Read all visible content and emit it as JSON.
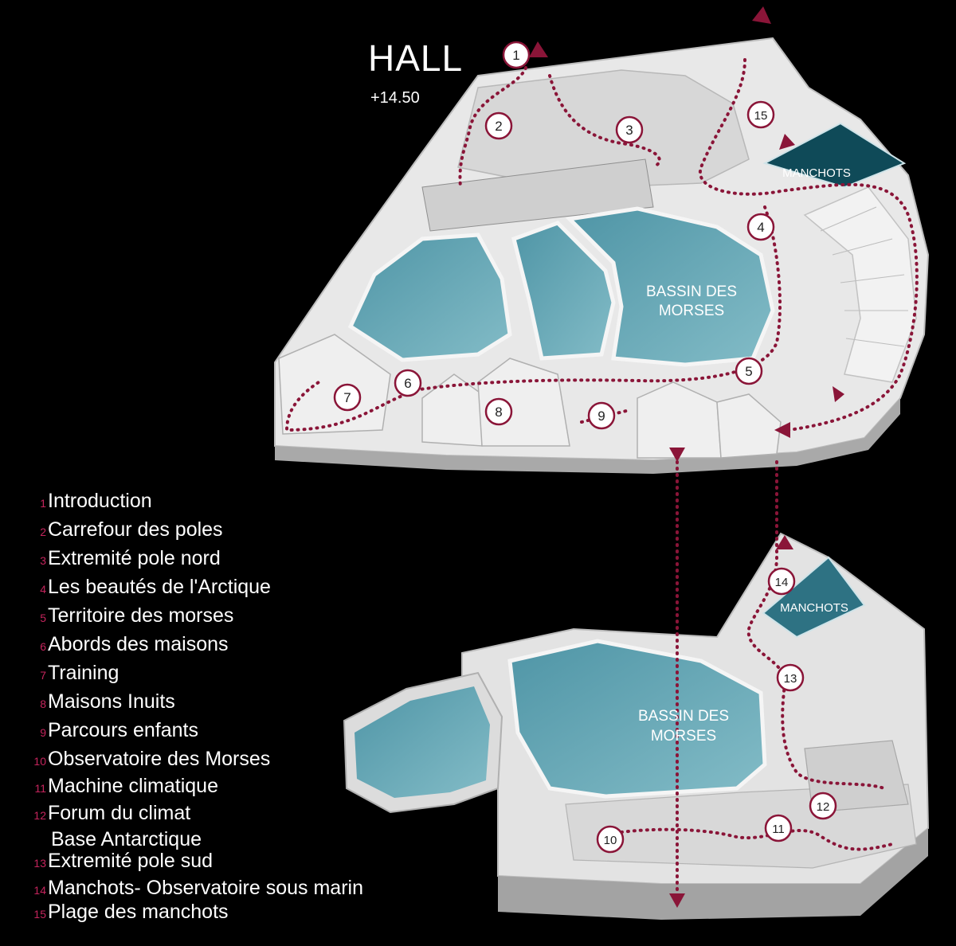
{
  "hall": {
    "title": "HALL",
    "level": "+14.50"
  },
  "zones": {
    "bassin_upper": [
      "BASSIN DES",
      "MORSES"
    ],
    "bassin_lower": [
      "BASSIN DES",
      "MORSES"
    ],
    "manchots_upper": "MANCHOTS",
    "manchots_lower": "MANCHOTS"
  },
  "markers": [
    "1",
    "2",
    "3",
    "4",
    "5",
    "6",
    "7",
    "8",
    "9",
    "10",
    "11",
    "12",
    "13",
    "14",
    "15"
  ],
  "legend": [
    {
      "num": "1",
      "label": "Introduction"
    },
    {
      "num": "2",
      "label": "Carrefour des poles"
    },
    {
      "num": "3",
      "label": "Extremité pole nord"
    },
    {
      "num": "4",
      "label": "Les beautés de l'Arctique"
    },
    {
      "num": "5",
      "label": "Territoire des morses"
    },
    {
      "num": "6",
      "label": "Abords des maisons"
    },
    {
      "num": "7",
      "label": "Training"
    },
    {
      "num": "8",
      "label": "Maisons Inuits"
    },
    {
      "num": "9",
      "label": "Parcours enfants"
    },
    {
      "num": "10",
      "label": "Observatoire des Morses"
    },
    {
      "num": "11",
      "label": "Machine climatique"
    },
    {
      "num": "12",
      "label": "Forum du climat",
      "sub": "Base Antarctique"
    },
    {
      "num": "13",
      "label": "Extremité pole sud"
    },
    {
      "num": "14",
      "label": "Manchots- Observatoire sous marin"
    },
    {
      "num": "15",
      "label": "Plage des manchots"
    }
  ],
  "colors": {
    "background": "#000000",
    "path": "#8a1538",
    "legend_number": "#c4245c",
    "water": "#6aa7b5",
    "water_dark": "#0f4a58",
    "building": "#e6e6e6"
  }
}
